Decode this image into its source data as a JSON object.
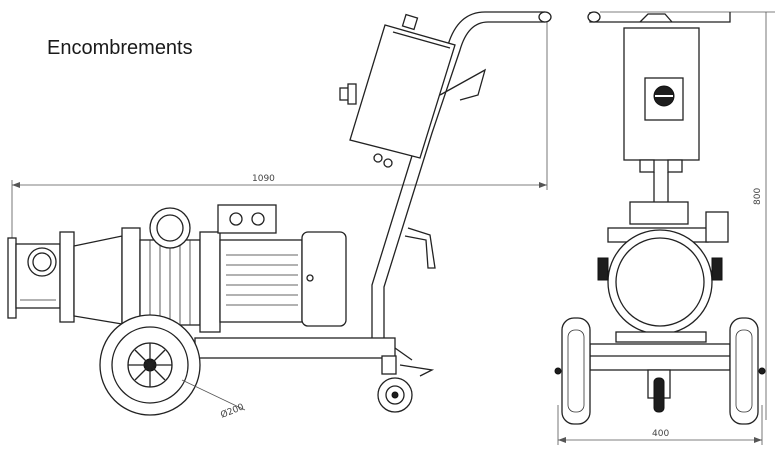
{
  "title": "Encombrements",
  "dimensions": {
    "length": "1090",
    "wheel_diameter": "Ø200",
    "height": "800",
    "width": "400"
  }
}
